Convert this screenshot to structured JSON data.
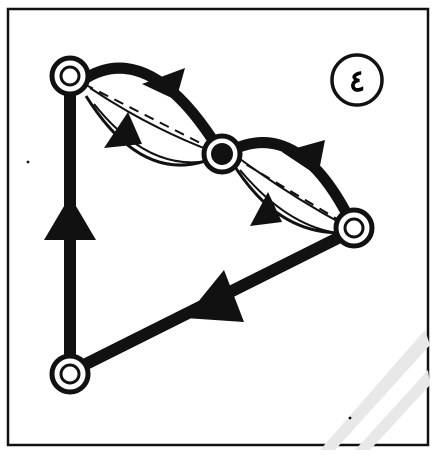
{
  "figure": {
    "panel_label": "٤",
    "colors": {
      "ink": "#111111",
      "paper": "#ffffff",
      "watermark": "#e6e6e6"
    },
    "nodes": [
      {
        "id": "top-left",
        "style": "double-ring"
      },
      {
        "id": "middle",
        "style": "filled"
      },
      {
        "id": "right",
        "style": "double-ring"
      },
      {
        "id": "bottom-left",
        "style": "double-ring"
      }
    ],
    "edges": [
      {
        "from": "bottom-left",
        "to": "top-left",
        "style": "solid-thick",
        "arrow": "up"
      },
      {
        "from": "right",
        "to": "bottom-left",
        "style": "solid-thick",
        "arrow": "down-left"
      },
      {
        "from": "top-left",
        "to": "middle",
        "style": "loop-dashed-chord",
        "arrows": [
          "left",
          "right"
        ]
      },
      {
        "from": "middle",
        "to": "right",
        "style": "loop-dashed-chord",
        "arrows": [
          "left",
          "right"
        ]
      }
    ]
  }
}
